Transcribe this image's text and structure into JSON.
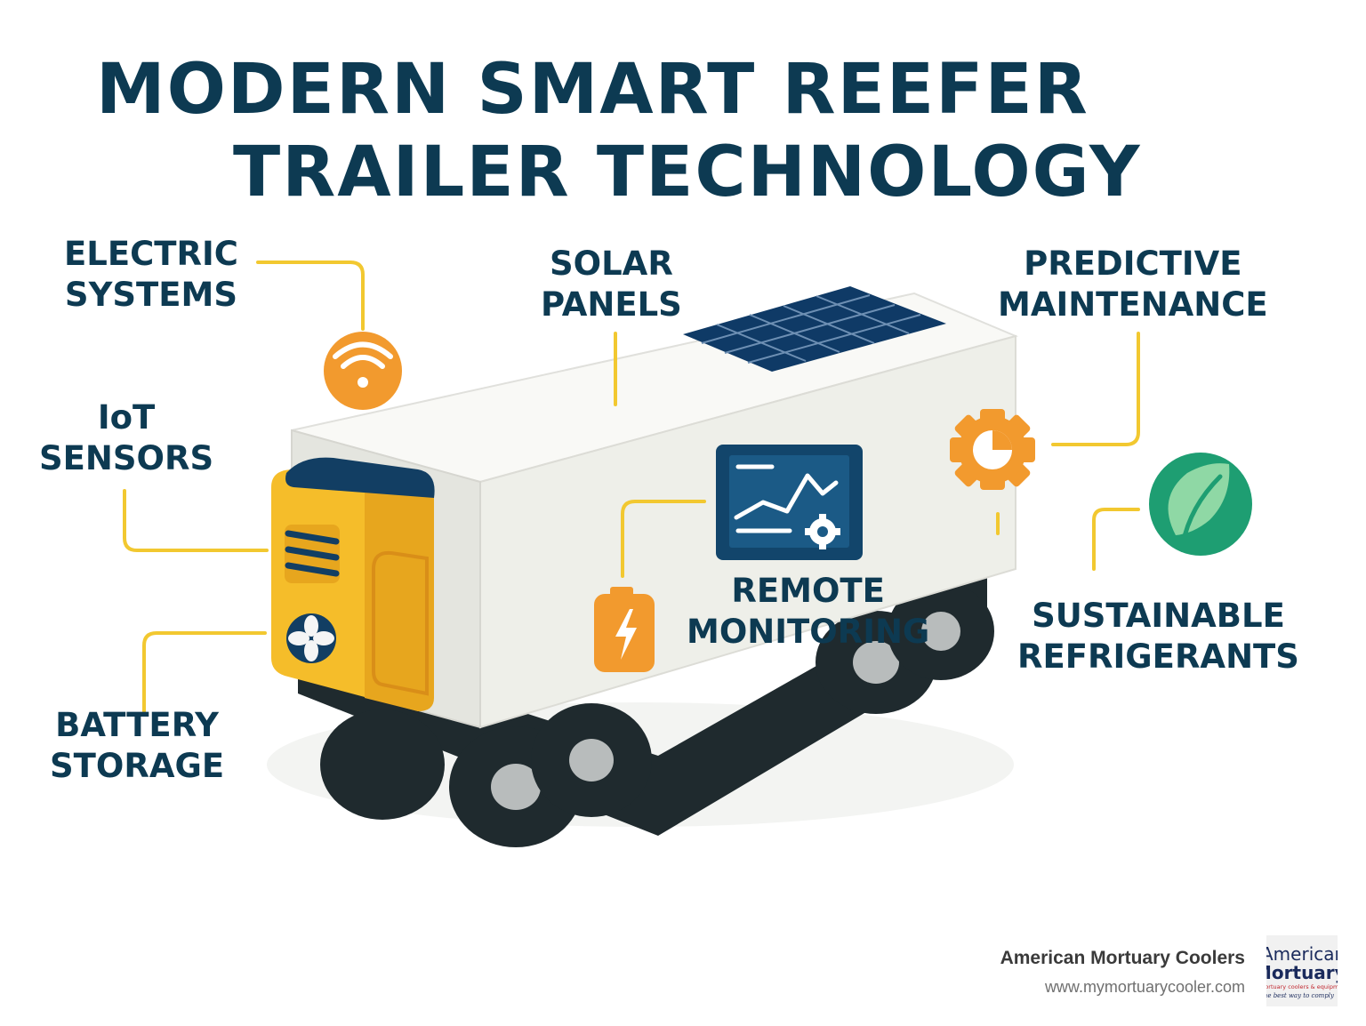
{
  "title": {
    "line1": "MODERN SMART REEFER",
    "line2": "TRAILER TECHNOLOGY"
  },
  "features": {
    "electric_systems": [
      "ELECTRIC",
      "SYSTEMS"
    ],
    "iot_sensors": [
      "IoT",
      "SENSORS"
    ],
    "battery_storage": [
      "BATTERY",
      "STORAGE"
    ],
    "solar_panels": [
      "SOLAR",
      "PANELS"
    ],
    "predictive_maintenance": [
      "PREDICTIVE",
      "MAINTENANCE"
    ],
    "remote_monitoring": [
      "REMOTE",
      "MONITORING"
    ],
    "sustainable_refrigerants": [
      "SUSTAINABLE",
      "REFRIGERANTS"
    ]
  },
  "footer": {
    "company": "American Mortuary Coolers",
    "url": "www.mymortuarycooler.com"
  },
  "logo": {
    "line1": "American",
    "line2": "Mortuary",
    "line3": "mortuary coolers & equipment",
    "line4": "the best way to comply"
  },
  "colors": {
    "title": "#0d3a52",
    "connector": "#f2c830",
    "wifi_icon": "#f29a2e",
    "gear_icon": "#f29a2e",
    "leaf_icon": "#1e9e72",
    "battery_icon": "#f29a2e",
    "trailer_body": "#f2f3ef",
    "reefer_unit": "#f5bd2a",
    "solar_panel": "#0f3a66",
    "monitor": "#12456b"
  },
  "icons": {
    "electric_systems": "wifi-icon",
    "predictive_maintenance": "gear-icon",
    "sustainable_refrigerants": "leaf-icon",
    "battery_storage": "battery-icon",
    "remote_monitoring": "monitor-chart-icon",
    "iot_sensors": "reefer-unit-icon"
  }
}
